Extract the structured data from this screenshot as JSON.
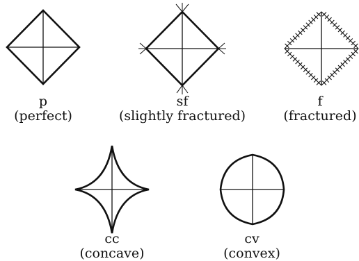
{
  "shapes": [
    {
      "code": "p",
      "description": "(perfect)"
    },
    {
      "code": "sf",
      "description": "(slightly fractured)"
    },
    {
      "code": "f",
      "description": "(fractured)"
    },
    {
      "code": "cc",
      "description": "(concave)"
    },
    {
      "code": "cv",
      "description": "(convex)"
    }
  ]
}
